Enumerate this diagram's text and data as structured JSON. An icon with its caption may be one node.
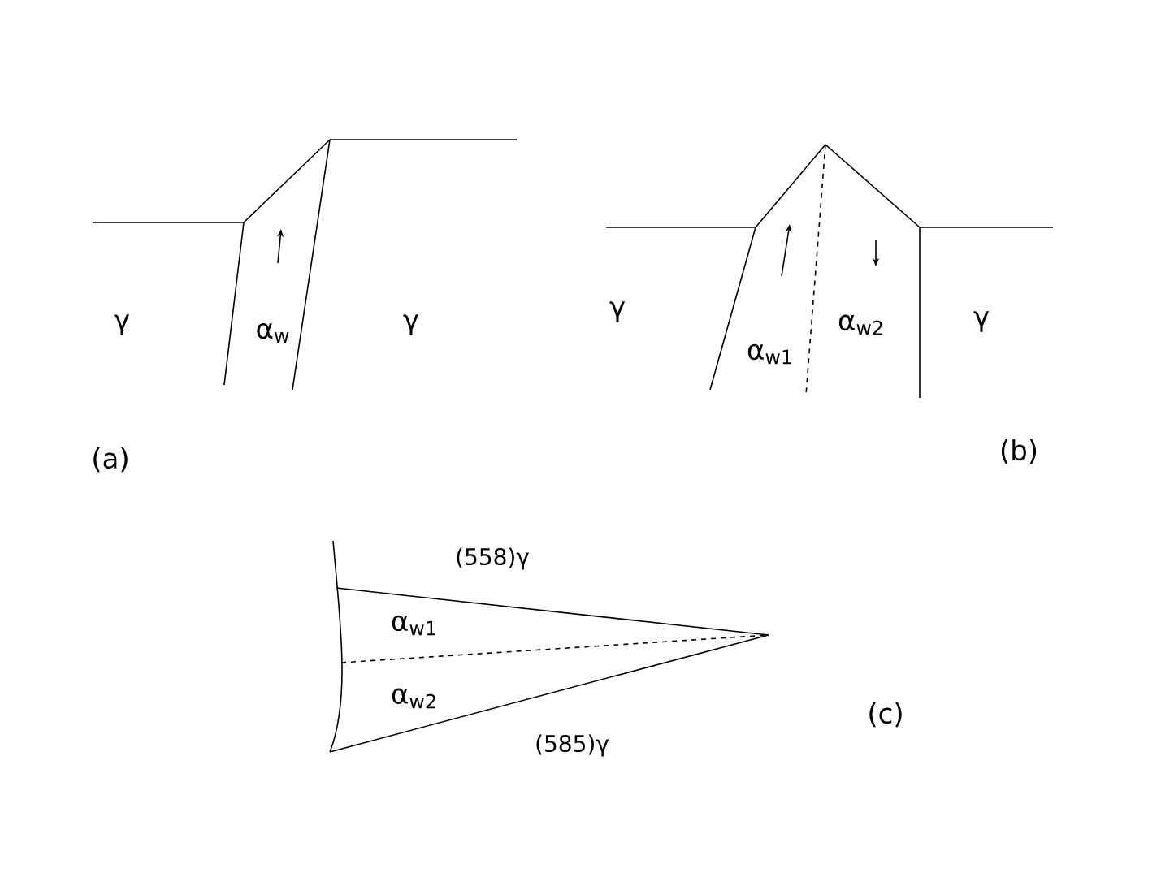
{
  "diagram": {
    "labels": [
      "γ",
      "α$_{w}$",
      "γ",
      "(a)",
      "γ",
      "α$_{w1}$",
      "α$_{w2}$",
      "γ",
      "(b)",
      "(558)γ",
      "α$_{w1}$",
      "α$_{w2}$",
      "(585)γ",
      "(c)"
    ]
  }
}
